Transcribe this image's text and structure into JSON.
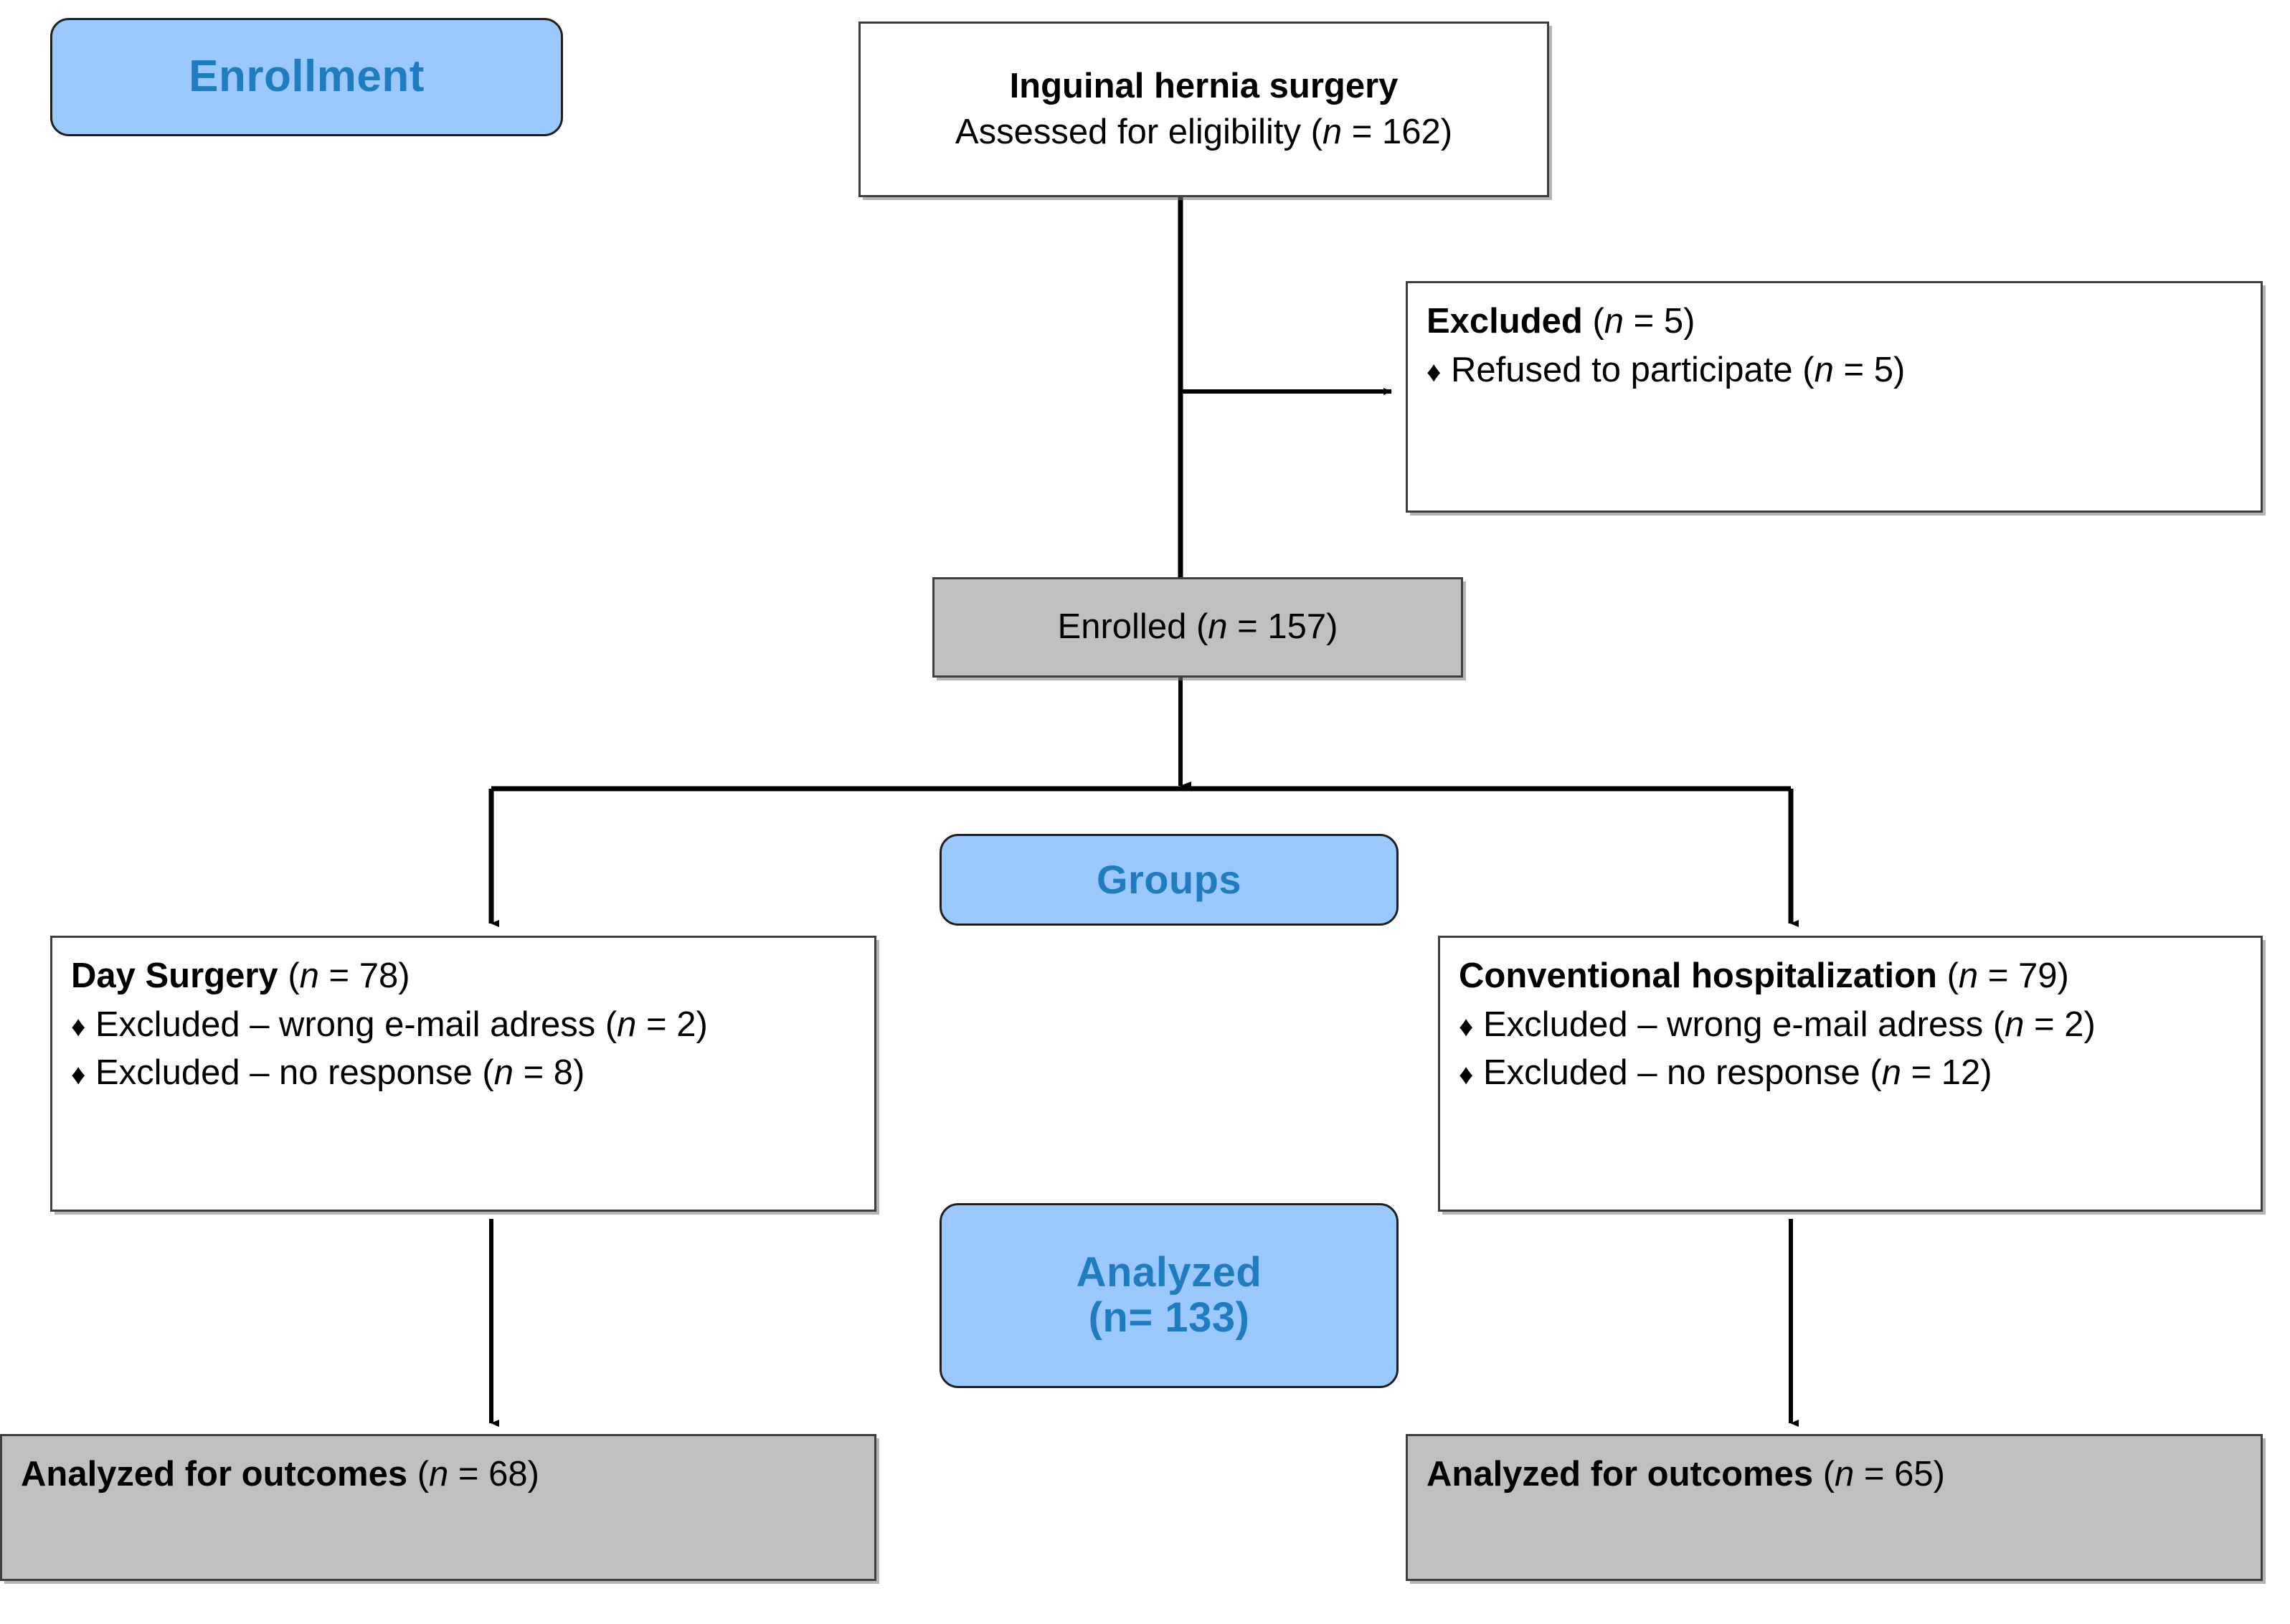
{
  "diagram": {
    "title": "CONSORT participant flow diagram",
    "colors": {
      "stage_badge_fill": "#9BC8FE",
      "stage_badge_text": "#1F7CC0",
      "stage_badge_border": "#1F1F1F",
      "node_fill": "#FFFFFF",
      "node_grey_fill": "#BFBFBF",
      "node_border": "#3F3F3F",
      "connector": "#000000",
      "text": "#000000"
    }
  },
  "stages": {
    "enrollment": {
      "label": "Enrollment"
    },
    "groups": {
      "label": "Groups"
    },
    "analyzed": {
      "line1": "Analyzed",
      "line2": "(n= 133)"
    }
  },
  "nodes": {
    "assessed": {
      "title": "Inguinal hernia surgery",
      "subtitle_prefix": "Assessed for eligibility (",
      "subtitle_italic": "n",
      "subtitle_suffix": " = 162)"
    },
    "excluded": {
      "heading_bold": "Excluded",
      "heading_rest_prefix": " (",
      "heading_italic": "n",
      "heading_rest_suffix": " = 5)",
      "bullet_symbol": "♦",
      "items": [
        {
          "text_prefix": "Refused to participate (",
          "italic": "n",
          "text_suffix": " = 5)"
        }
      ]
    },
    "enrolled": {
      "text_prefix": "Enrolled (",
      "italic": "n",
      "text_suffix": " = 157)"
    },
    "day_surgery": {
      "heading_bold": "Day Surgery",
      "heading_rest_prefix": " (",
      "heading_italic": "n",
      "heading_rest_suffix": " = 78)",
      "bullet_symbol": "♦",
      "items": [
        {
          "text_prefix": "Excluded – wrong e-mail adress (",
          "italic": "n",
          "text_suffix": " = 2)"
        },
        {
          "text_prefix": "Excluded – no response (",
          "italic": "n",
          "text_suffix": " = 8)"
        }
      ]
    },
    "conventional_hospitalization": {
      "heading_bold": "Conventional hospitalization",
      "heading_rest_prefix": " (",
      "heading_italic": "n",
      "heading_rest_suffix": " = 79)",
      "bullet_symbol": "♦",
      "items": [
        {
          "text_prefix": "Excluded – wrong e-mail adress (",
          "italic": "n",
          "text_suffix": " = 2)"
        },
        {
          "text_prefix": "Excluded – no response (",
          "italic": "n",
          "text_suffix": " = 12)"
        }
      ]
    },
    "analyzed_left": {
      "bold": "Analyzed for outcomes",
      "rest_prefix": " (",
      "italic": "n",
      "rest_suffix": " = 68)"
    },
    "analyzed_right": {
      "bold": "Analyzed for outcomes",
      "rest_prefix": " (",
      "italic": "n",
      "rest_suffix": " = 65)"
    }
  },
  "flow_data": {
    "type": "flowchart",
    "assessed_for_eligibility": 162,
    "excluded_total": 5,
    "excluded_reasons": [
      {
        "reason": "Refused to participate",
        "n": 5
      }
    ],
    "enrolled": 157,
    "arms": [
      {
        "name": "Day Surgery",
        "allocated": 78,
        "exclusions": [
          {
            "reason": "wrong e-mail adress",
            "n": 2
          },
          {
            "reason": "no response",
            "n": 8
          }
        ],
        "analyzed": 68
      },
      {
        "name": "Conventional hospitalization",
        "allocated": 79,
        "exclusions": [
          {
            "reason": "wrong e-mail adress",
            "n": 2
          },
          {
            "reason": "no response",
            "n": 12
          }
        ],
        "analyzed": 65
      }
    ],
    "analyzed_total": 133
  }
}
